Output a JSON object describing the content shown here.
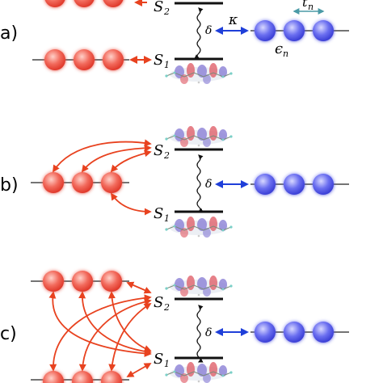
{
  "panels": [
    {
      "label": "a)",
      "s2": "S",
      "s2_sub": "2",
      "s1": "S",
      "s1_sub": "1",
      "coupling": "δ",
      "kappa": "κ",
      "epsilon": "ϵ",
      "epsilon_sub": "n",
      "hop": "t",
      "hop_sub": "n"
    },
    {
      "label": "b)",
      "s2": "S",
      "s2_sub": "2",
      "s1": "S",
      "s1_sub": "1",
      "coupling": "δ"
    },
    {
      "label": "c)",
      "s2": "S",
      "s2_sub": "2",
      "s1": "S",
      "s1_sub": "1",
      "coupling": "δ"
    }
  ],
  "colors": {
    "red_site": "#f26a5c",
    "blue_site": "#6b6ff0",
    "red_arrow": "#e8421f",
    "blue_arrow": "#1f3fd9",
    "teal_arrow": "#4a9aa6",
    "level": "#111111"
  },
  "icons": [
    "molecule-orbital-icon"
  ]
}
